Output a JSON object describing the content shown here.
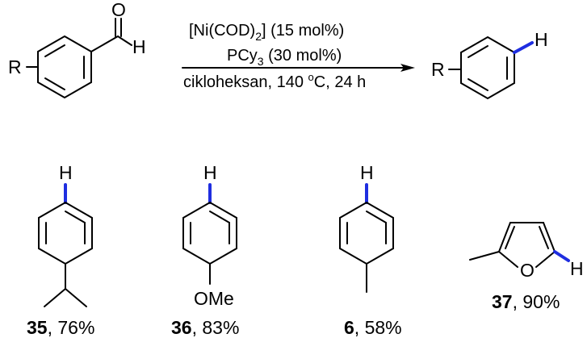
{
  "reaction": {
    "reactant": {
      "r_label": "R",
      "oxygen_label": "O",
      "aldehyde_h_label": "H"
    },
    "product": {
      "r_label": "R",
      "h_label": "H"
    },
    "conditions": {
      "catalyst_prefix": "[Ni(COD)",
      "catalyst_subscript": "2",
      "catalyst_suffix": "] (15 mol%)",
      "ligand_prefix": "PCy",
      "ligand_subscript": "3",
      "ligand_suffix": " (30 mol%)",
      "solvent_prefix": "cikloheksan, 140 ",
      "solvent_degree": "o",
      "solvent_suffix": "C, 24 h"
    }
  },
  "compounds": [
    {
      "h_label": "H",
      "number": "35",
      "yield_text": ", 76%"
    },
    {
      "h_label": "H",
      "substituent": "OMe",
      "number": "36",
      "yield_text": ", 83%"
    },
    {
      "h_label": "H",
      "number": "6",
      "yield_text": ", 58%"
    },
    {
      "h_label": "H",
      "hetero_label": "O",
      "number": "37",
      "yield_text": ", 90%"
    }
  ],
  "colors": {
    "bond": "#000000",
    "highlight_bond": "#1f2ee0"
  }
}
